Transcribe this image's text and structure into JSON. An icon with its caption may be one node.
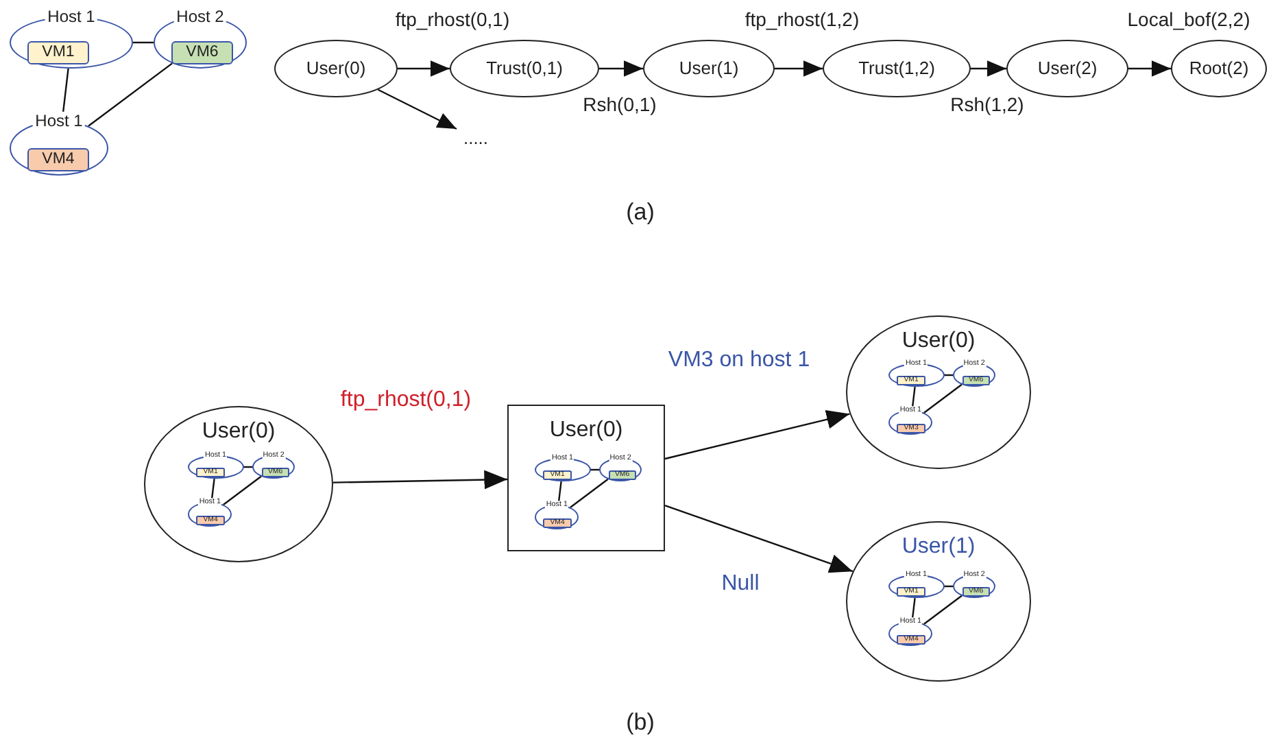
{
  "diagram": {
    "nodes": [
      {
        "text": [
          "Host 1"
        ]
      },
      {
        "text": [
          "VM1"
        ],
        "in": 0
      },
      {
        "text": [
          "Host 2"
        ]
      },
      {
        "text": [
          "VM6"
        ],
        "in": 2
      },
      {
        "text": [
          "Host 1"
        ]
      },
      {
        "text": [
          "VM4"
        ],
        "in": 4
      },
      {
        "text": [
          "User(0)"
        ]
      },
      {
        "text": [
          "Trust(0,1)"
        ]
      },
      {
        "text": [
          "User(1)"
        ]
      },
      {
        "text": [
          "Trust(1,2)"
        ]
      },
      {
        "text": [
          "User(2)"
        ]
      },
      {
        "text": [
          "Root(2)"
        ]
      },
      {
        "text": [
          "....."
        ]
      },
      {
        "text": [
          "User(0)"
        ]
      },
      {
        "text": [
          "Host 1"
        ],
        "in": 13
      },
      {
        "text": [
          "VM1"
        ],
        "in": 14
      },
      {
        "text": [
          "Host 2"
        ],
        "in": 13
      },
      {
        "text": [
          "VM6"
        ],
        "in": 16
      },
      {
        "text": [
          "Host 1"
        ],
        "in": 13
      },
      {
        "text": [
          "VM4"
        ],
        "in": 18
      },
      {
        "text": [
          "User(0)"
        ]
      },
      {
        "text": [
          "Host 1"
        ],
        "in": 20
      },
      {
        "text": [
          "VM1"
        ],
        "in": 21
      },
      {
        "text": [
          "Host 2"
        ],
        "in": 20
      },
      {
        "text": [
          "VM6"
        ],
        "in": 23
      },
      {
        "text": [
          "Host 1"
        ],
        "in": 20
      },
      {
        "text": [
          "VM4"
        ],
        "in": 25
      },
      {
        "text": [
          "User(0)"
        ]
      },
      {
        "text": [
          "Host 1"
        ],
        "in": 27
      },
      {
        "text": [
          "VM1"
        ],
        "in": 28
      },
      {
        "text": [
          "Host 2"
        ],
        "in": 27
      },
      {
        "text": [
          "VM6"
        ],
        "in": 30
      },
      {
        "text": [
          "Host 1"
        ],
        "in": 27
      },
      {
        "text": [
          "VM3"
        ],
        "in": 32
      },
      {
        "text": [
          "User(1)"
        ]
      },
      {
        "text": [
          "Host 1"
        ],
        "in": 34
      },
      {
        "text": [
          "VM1"
        ],
        "in": 35
      },
      {
        "text": [
          "Host 2"
        ],
        "in": 34
      },
      {
        "text": [
          "VM6"
        ],
        "in": 37
      },
      {
        "text": [
          "Host 1"
        ],
        "in": 34
      },
      {
        "text": [
          "VM4"
        ],
        "in": 39
      }
    ],
    "edges": [
      {
        "from": 0,
        "to": 2,
        "arrow": "none"
      },
      {
        "from": 0,
        "to": 4,
        "arrow": "none"
      },
      {
        "from": 2,
        "to": 4,
        "arrow": "none"
      },
      {
        "from": 6,
        "to": 7,
        "arrow": "to",
        "label": "ftp_rhost(0,1)"
      },
      {
        "from": 7,
        "to": 8,
        "arrow": "to",
        "label": "Rsh(0,1)"
      },
      {
        "from": 8,
        "to": 9,
        "arrow": "to",
        "label": "ftp_rhost(1,2)"
      },
      {
        "from": 9,
        "to": 10,
        "arrow": "to",
        "label": "Rsh(1,2)"
      },
      {
        "from": 10,
        "to": 11,
        "arrow": "to",
        "label": "Local_bof(2,2)"
      },
      {
        "from": 6,
        "to": 12,
        "arrow": "to"
      },
      {
        "from": 13,
        "to": 20,
        "arrow": "to",
        "label": "ftp_rhost(0,1)"
      },
      {
        "from": 20,
        "to": 27,
        "arrow": "to",
        "label": "VM3 on host 1"
      },
      {
        "from": 20,
        "to": 34,
        "arrow": "to",
        "label": "Null"
      },
      {
        "from": 14,
        "to": 16,
        "arrow": "none"
      },
      {
        "from": 14,
        "to": 18,
        "arrow": "none"
      },
      {
        "from": 16,
        "to": 18,
        "arrow": "none"
      },
      {
        "from": 21,
        "to": 23,
        "arrow": "none"
      },
      {
        "from": 21,
        "to": 25,
        "arrow": "none"
      },
      {
        "from": 23,
        "to": 25,
        "arrow": "none"
      },
      {
        "from": 28,
        "to": 30,
        "arrow": "none"
      },
      {
        "from": 28,
        "to": 32,
        "arrow": "none"
      },
      {
        "from": 30,
        "to": 32,
        "arrow": "none"
      },
      {
        "from": 35,
        "to": 37,
        "arrow": "none"
      },
      {
        "from": 35,
        "to": 39,
        "arrow": "none"
      },
      {
        "from": 37,
        "to": 39,
        "arrow": "none"
      }
    ],
    "labels": [
      "(a)",
      "(b)"
    ]
  }
}
